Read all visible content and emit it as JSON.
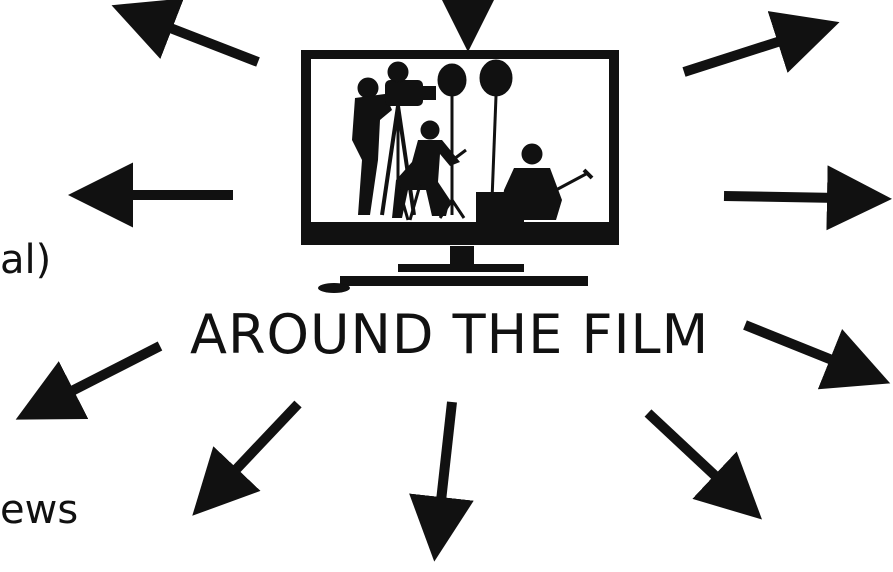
{
  "center_title": "AROUND THE FILM",
  "edge_labels": {
    "left_upper": "al)",
    "left_lower": "ews"
  },
  "icons": {
    "center": "monitor-film-crew-icon",
    "arrow": "arrow-icon"
  },
  "colors": {
    "ink": "#111111",
    "background": "#ffffff"
  }
}
